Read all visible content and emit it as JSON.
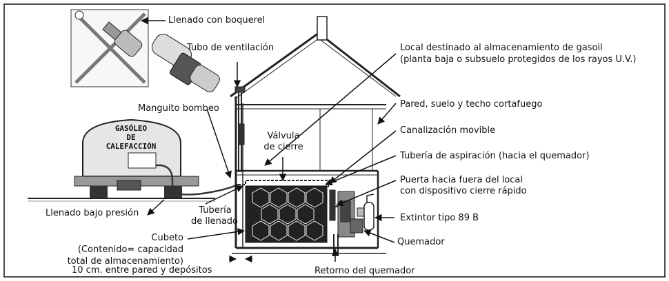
{
  "labels": {
    "llenado_boquerel": "Llenado con boquerel",
    "tubo_ventilacion": "Tubo de ventilación",
    "local_destinado_1": "Local destinado al almacenamiento de gasoil",
    "local_destinado_2": "(planta baja o subsuelo protegidos de los rayos U.V.)",
    "manguito_bombeo": "Manguito bombeo",
    "pared_suelo_techo": "Pared, suelo y techo cortafuego",
    "canalizacion_movible": "Canalización movible",
    "valvula_1": "Válvula",
    "valvula_2": "de cierre",
    "tuberia_aspiracion": "Tubería de aspiración (hacia el quemador)",
    "puerta_1": "Puerta hacia fuera del local",
    "puerta_2": "con dispositivo cierre rápido",
    "llenado_presion": "Llenado bajo presión",
    "tuberia_llenado_1": "Tubería",
    "tuberia_llenado_2": "de llenado",
    "extintor": "Extintor tipo 89 B",
    "cubeto_1": "Cubeto",
    "cubeto_2": "(Contenido= capacidad",
    "cubeto_3": "total de almacenamiento)",
    "quemador": "Quemador",
    "distancia": "10 cm. entre pared y depósitos",
    "retorno": "Retorno del quemador"
  },
  "truck": {
    "line1": "GASÓLEO",
    "line2": "DE",
    "line3": "CALEFACCIÓN"
  }
}
